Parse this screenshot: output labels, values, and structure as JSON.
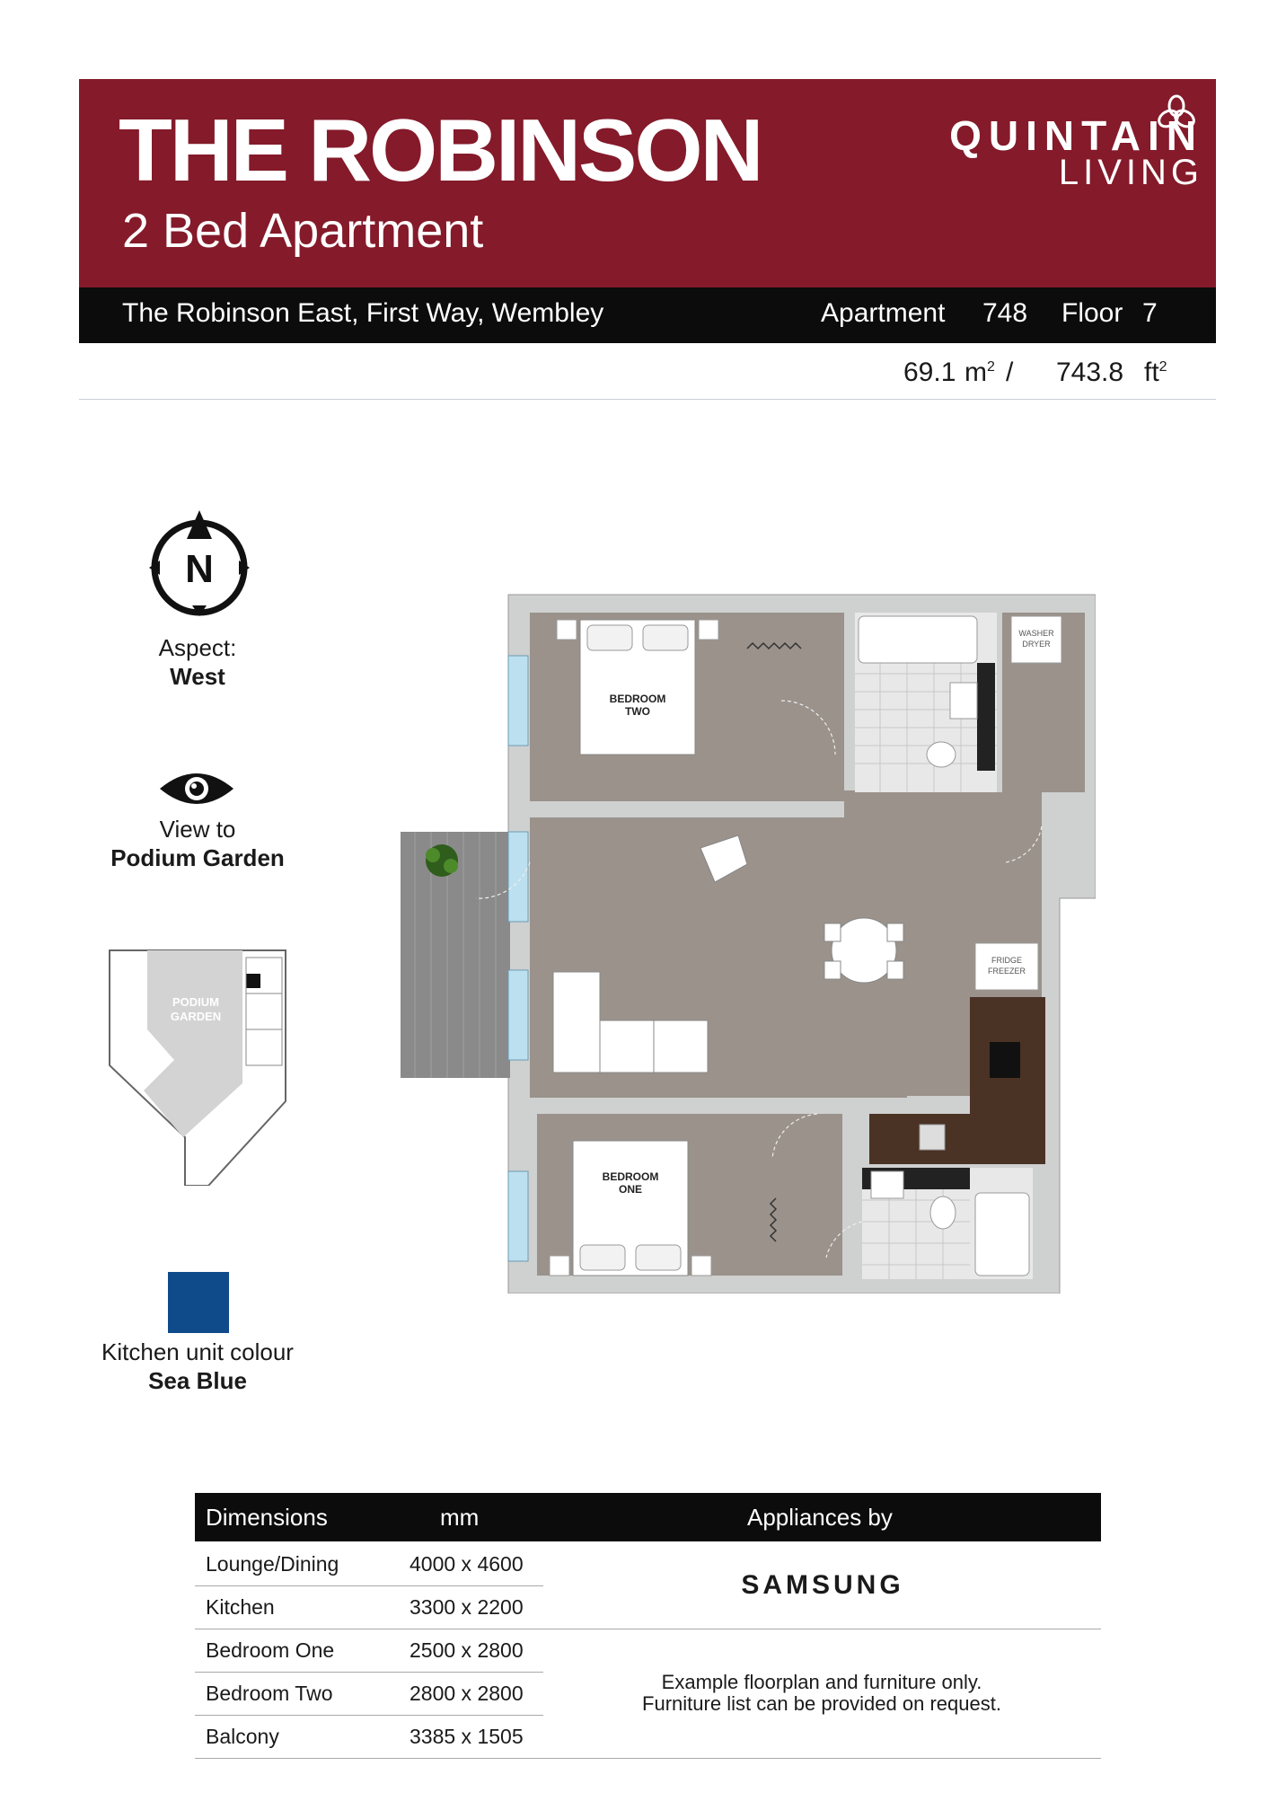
{
  "header": {
    "title": "THE ROBINSON",
    "subtitle": "2 Bed Apartment",
    "logo_line1": "QUINTAIN",
    "logo_line2": "LIVING",
    "brand_color": "#841a2a"
  },
  "address_bar": {
    "address": "The Robinson East, First Way, Wembley",
    "apartment_label": "Apartment",
    "apartment_number": "748",
    "floor_label": "Floor",
    "floor_number": "7"
  },
  "area": {
    "metric_value": "69.1",
    "metric_unit": "m",
    "separator": "/",
    "imperial_value": "743.8",
    "imperial_unit": "ft",
    "superscript": "2"
  },
  "aspect": {
    "compass_letter": "N",
    "label": "Aspect:",
    "value": "West"
  },
  "view": {
    "label": "View to",
    "value": "Podium Garden"
  },
  "site_plan": {
    "label_line1": "PODIUM",
    "label_line2": "GARDEN"
  },
  "kitchen": {
    "label": "Kitchen unit colour",
    "value": "Sea Blue",
    "swatch_color": "#0f4a8a"
  },
  "floorplan": {
    "bedroom_two_line1": "BEDROOM",
    "bedroom_two_line2": "TWO",
    "bedroom_one_line1": "BEDROOM",
    "bedroom_one_line2": "ONE",
    "washer_line1": "WASHER",
    "washer_line2": "DRYER",
    "fridge_line1": "FRIDGE",
    "fridge_line2": "FREEZER"
  },
  "dimensions_table": {
    "header_dimensions": "Dimensions",
    "header_unit": "mm",
    "header_appliances": "Appliances by",
    "rows": [
      {
        "room": "Lounge/Dining",
        "size": "4000 x 4600"
      },
      {
        "room": "Kitchen",
        "size": "3300 x 2200"
      },
      {
        "room": "Bedroom One",
        "size": "2500 x 2800"
      },
      {
        "room": "Bedroom Two",
        "size": "2800 x 2800"
      },
      {
        "room": "Balcony",
        "size": "3385 x 1505"
      }
    ],
    "appliance_brand": "SAMSUNG",
    "note_line1": "Example floorplan and furniture only.",
    "note_line2": "Furniture list can be provided on request."
  }
}
